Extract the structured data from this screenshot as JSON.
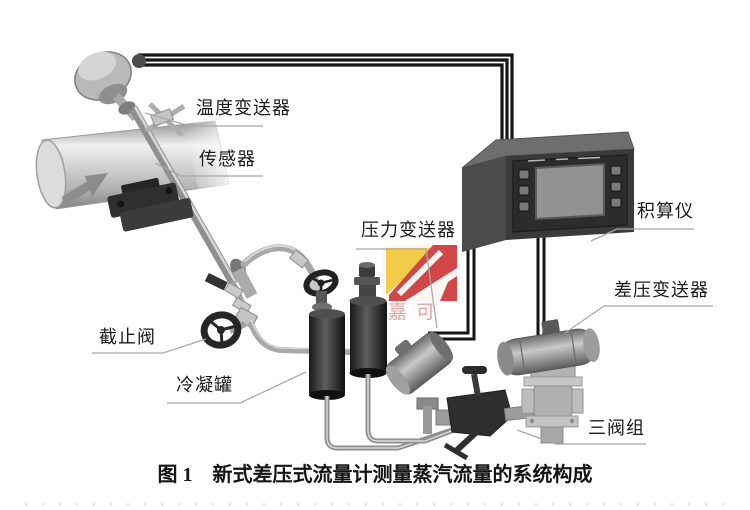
{
  "figure": {
    "caption_prefix": "图 1",
    "caption_text": "新式差压式流量计测量蒸汽流量的系统构成"
  },
  "labels": {
    "temperature_transmitter": "温度变送器",
    "sensor": "传感器",
    "stop_valve": "截止阀",
    "condensate_pot": "冷凝罐",
    "pressure_transmitter": "压力变送器",
    "totalizer": "积算仪",
    "dp_transmitter": "差压变送器",
    "three_valve_manifold": "三阀组"
  },
  "watermark": {
    "text": "嘉可",
    "yellow": "#f3c73c",
    "red": "#ce3838",
    "text_color": "#e5a0a0"
  },
  "colors": {
    "background": "#ffffff",
    "cable": "#161616",
    "leader_line": "#a8a8a8",
    "label_text": "#1b1b1b",
    "device_dark": "#2e2e2e",
    "device_light": "#c4c4c4",
    "totalizer_body": "#3a3a3a",
    "totalizer_screen": "#929292"
  }
}
